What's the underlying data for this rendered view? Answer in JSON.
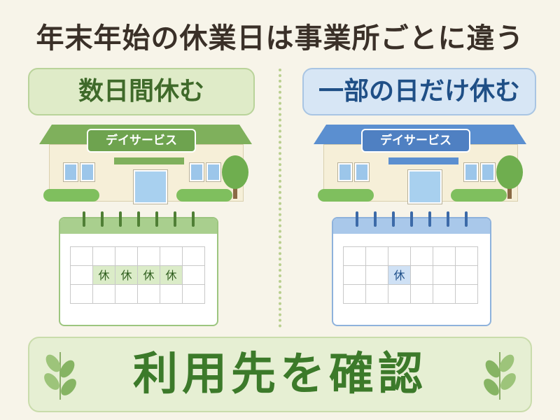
{
  "title": "年末年始の休業日は事業所ごとに違う",
  "left": {
    "label": "数日間休む",
    "sign": "デイサービス",
    "calendar": {
      "cells": [
        "",
        "",
        "",
        "",
        "",
        "",
        "",
        "休",
        "休",
        "休",
        "休",
        "",
        "",
        "",
        "",
        "",
        "",
        ""
      ],
      "off_indices": [
        7,
        8,
        9,
        10
      ]
    }
  },
  "right": {
    "label": "一部の日だけ休む",
    "sign": "デイサービス",
    "calendar": {
      "cells": [
        "",
        "",
        "",
        "",
        "",
        "",
        "",
        "",
        "休",
        "",
        "",
        "",
        "",
        "",
        "",
        "",
        "",
        ""
      ],
      "off_indices": [
        8
      ]
    }
  },
  "bottom": {
    "text": "利用先を確認"
  },
  "colors": {
    "background": "#f7f4e9",
    "green_accent": "#6ea34f",
    "blue_accent": "#4f80c2",
    "title_text": "#3a3028"
  },
  "icons": [
    "house-icon",
    "tree-icon",
    "calendar-icon",
    "leaf-icon"
  ]
}
